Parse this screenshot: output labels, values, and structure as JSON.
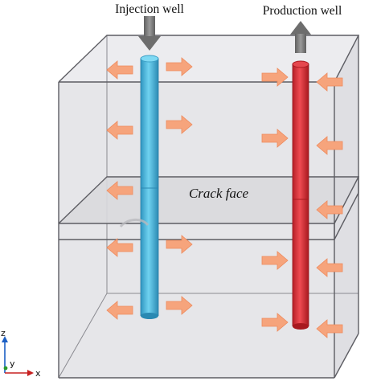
{
  "labels": {
    "injection_well": "Injection well",
    "production_well": "Production well",
    "crack_face": "Crack face"
  },
  "axes": {
    "z": "z",
    "y": "y",
    "x": "x"
  },
  "colors": {
    "injection_well": "#4fbde0",
    "production_well": "#d8343c",
    "flow_arrow": "#f6a47c",
    "flow_arrow_stroke": "#ee8a5c",
    "box_fill": "#e7e7ea",
    "box_edge": "#5d5d63",
    "well_arrow": "#7d7d7d",
    "axis_z": "#1b5fc4",
    "axis_x": "#c72020",
    "axis_y": "#2a9a2a"
  },
  "icons": {
    "injection_marker": "down-arrow-icon",
    "production_marker": "up-arrow-icon",
    "flow_markers": "double-arrow-icon"
  }
}
